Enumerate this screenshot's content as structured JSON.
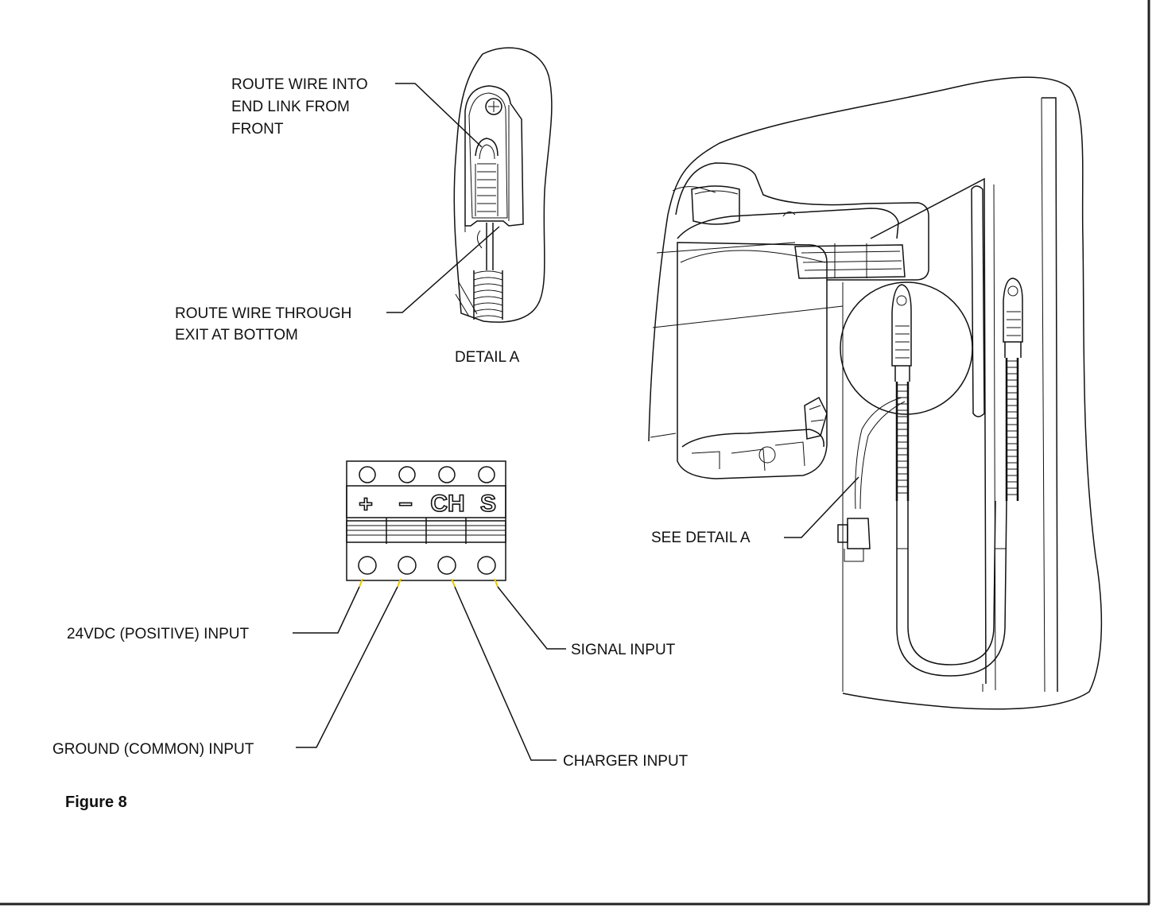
{
  "detail_a": {
    "callout_top": [
      "ROUTE WIRE INTO",
      "END LINK FROM",
      "FRONT"
    ],
    "callout_bottom": [
      "ROUTE WIRE THROUGH",
      "EXIT AT BOTTOM"
    ],
    "title": "DETAIL A"
  },
  "assembly": {
    "callout": "SEE DETAIL A"
  },
  "terminal_block": {
    "terminals": [
      "+",
      "−",
      "CH",
      "S"
    ],
    "labels": {
      "positive": "24VDC (POSITIVE) INPUT",
      "ground": "GROUND (COMMON) INPUT",
      "charger": "CHARGER INPUT",
      "signal": "SIGNAL INPUT"
    },
    "lead_color": "#e8c800"
  },
  "caption": "Figure 8",
  "colors": {
    "line": "#111111",
    "frame": "#222222",
    "background": "#ffffff"
  }
}
